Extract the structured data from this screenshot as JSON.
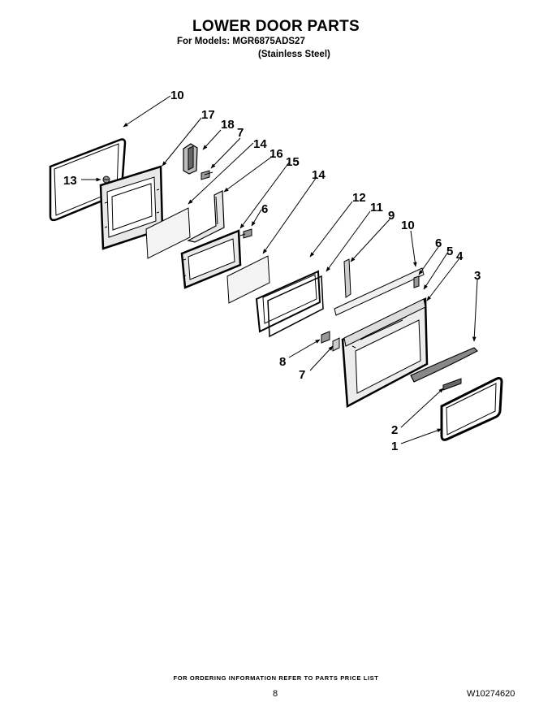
{
  "header": {
    "title": "LOWER DOOR PARTS",
    "models_line": "For Models: MGR6875ADS27",
    "variant_line": "(Stainless Steel)"
  },
  "callouts": [
    "10",
    "17",
    "18",
    "7",
    "14",
    "16",
    "15",
    "13",
    "6",
    "14",
    "12",
    "11",
    "9",
    "10",
    "6",
    "5",
    "4",
    "3",
    "8",
    "7",
    "2",
    "1"
  ],
  "footer": {
    "ordering_note": "FOR ORDERING INFORMATION REFER TO PARTS PRICE LIST",
    "page_number": "8",
    "document_number": "W10274620"
  }
}
